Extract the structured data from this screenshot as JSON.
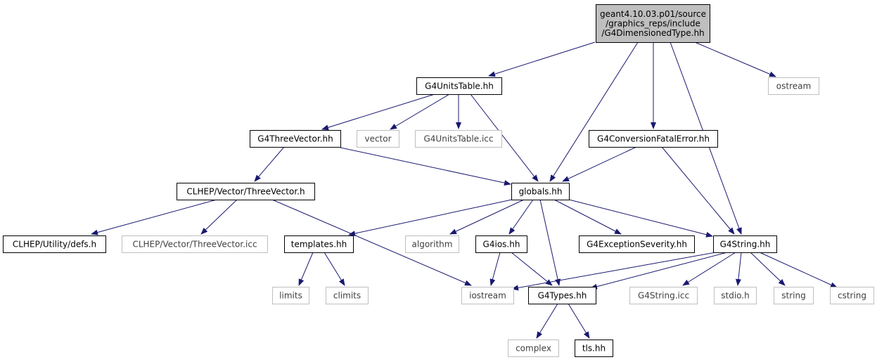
{
  "colors": {
    "background": "#ffffff",
    "edge": "#191970",
    "internal_border": "#000000",
    "internal_text": "#000000",
    "root_fill": "#bfbfbf",
    "external_border": "#bfbfbf",
    "external_text": "#404040"
  },
  "diagram": {
    "nodes": [
      {
        "id": "root",
        "kind": "root",
        "lines": [
          "geant4.10.03.p01/source",
          "/graphics_reps/include",
          "/G4DimensionedType.hh"
        ]
      },
      {
        "id": "unitstable",
        "kind": "internal",
        "lines": [
          "G4UnitsTable.hh"
        ]
      },
      {
        "id": "ostream",
        "kind": "external",
        "lines": [
          "ostream"
        ]
      },
      {
        "id": "threevector",
        "kind": "internal",
        "lines": [
          "G4ThreeVector.hh"
        ]
      },
      {
        "id": "vector",
        "kind": "external",
        "lines": [
          "vector"
        ]
      },
      {
        "id": "unitstable-icc",
        "kind": "external",
        "lines": [
          "G4UnitsTable.icc"
        ]
      },
      {
        "id": "conversion",
        "kind": "internal",
        "lines": [
          "G4ConversionFatalError.hh"
        ]
      },
      {
        "id": "clhep-threevector",
        "kind": "internal",
        "lines": [
          "CLHEP/Vector/ThreeVector.h"
        ]
      },
      {
        "id": "globals",
        "kind": "internal",
        "lines": [
          "globals.hh"
        ]
      },
      {
        "id": "clhep-defs",
        "kind": "internal",
        "lines": [
          "CLHEP/Utility/defs.h"
        ]
      },
      {
        "id": "clhep-threevector-icc",
        "kind": "external",
        "lines": [
          "CLHEP/Vector/ThreeVector.icc"
        ]
      },
      {
        "id": "templates",
        "kind": "internal",
        "lines": [
          "templates.hh"
        ]
      },
      {
        "id": "algorithm",
        "kind": "external",
        "lines": [
          "algorithm"
        ]
      },
      {
        "id": "g4ios",
        "kind": "internal",
        "lines": [
          "G4ios.hh"
        ]
      },
      {
        "id": "exception-severity",
        "kind": "internal",
        "lines": [
          "G4ExceptionSeverity.hh"
        ]
      },
      {
        "id": "g4string",
        "kind": "internal",
        "lines": [
          "G4String.hh"
        ]
      },
      {
        "id": "limits",
        "kind": "external",
        "lines": [
          "limits"
        ]
      },
      {
        "id": "climits",
        "kind": "external",
        "lines": [
          "climits"
        ]
      },
      {
        "id": "iostream",
        "kind": "external",
        "lines": [
          "iostream"
        ]
      },
      {
        "id": "g4types",
        "kind": "internal",
        "lines": [
          "G4Types.hh"
        ]
      },
      {
        "id": "g4string-icc",
        "kind": "external",
        "lines": [
          "G4String.icc"
        ]
      },
      {
        "id": "stdio",
        "kind": "external",
        "lines": [
          "stdio.h"
        ]
      },
      {
        "id": "string",
        "kind": "external",
        "lines": [
          "string"
        ]
      },
      {
        "id": "cstring",
        "kind": "external",
        "lines": [
          "cstring"
        ]
      },
      {
        "id": "complex",
        "kind": "external",
        "lines": [
          "complex"
        ]
      },
      {
        "id": "tls",
        "kind": "internal",
        "lines": [
          "tls.hh"
        ]
      }
    ],
    "edges": [
      {
        "from": "root",
        "to": "unitstable"
      },
      {
        "from": "root",
        "to": "globals"
      },
      {
        "from": "root",
        "to": "conversion"
      },
      {
        "from": "root",
        "to": "g4string"
      },
      {
        "from": "root",
        "to": "ostream"
      },
      {
        "from": "unitstable",
        "to": "threevector"
      },
      {
        "from": "unitstable",
        "to": "vector"
      },
      {
        "from": "unitstable",
        "to": "unitstable-icc"
      },
      {
        "from": "unitstable",
        "to": "globals"
      },
      {
        "from": "threevector",
        "to": "clhep-threevector"
      },
      {
        "from": "threevector",
        "to": "globals"
      },
      {
        "from": "conversion",
        "to": "globals"
      },
      {
        "from": "conversion",
        "to": "g4string"
      },
      {
        "from": "clhep-threevector",
        "to": "clhep-defs"
      },
      {
        "from": "clhep-threevector",
        "to": "clhep-threevector-icc"
      },
      {
        "from": "clhep-threevector",
        "to": "iostream"
      },
      {
        "from": "globals",
        "to": "templates"
      },
      {
        "from": "globals",
        "to": "algorithm"
      },
      {
        "from": "globals",
        "to": "g4ios"
      },
      {
        "from": "globals",
        "to": "g4types"
      },
      {
        "from": "globals",
        "to": "exception-severity"
      },
      {
        "from": "globals",
        "to": "g4string"
      },
      {
        "from": "templates",
        "to": "limits"
      },
      {
        "from": "templates",
        "to": "climits"
      },
      {
        "from": "g4ios",
        "to": "iostream"
      },
      {
        "from": "g4ios",
        "to": "g4types"
      },
      {
        "from": "g4string",
        "to": "iostream"
      },
      {
        "from": "g4string",
        "to": "g4types"
      },
      {
        "from": "g4string",
        "to": "g4string-icc"
      },
      {
        "from": "g4string",
        "to": "stdio"
      },
      {
        "from": "g4string",
        "to": "string"
      },
      {
        "from": "g4string",
        "to": "cstring"
      },
      {
        "from": "g4types",
        "to": "complex"
      },
      {
        "from": "g4types",
        "to": "tls"
      }
    ]
  }
}
